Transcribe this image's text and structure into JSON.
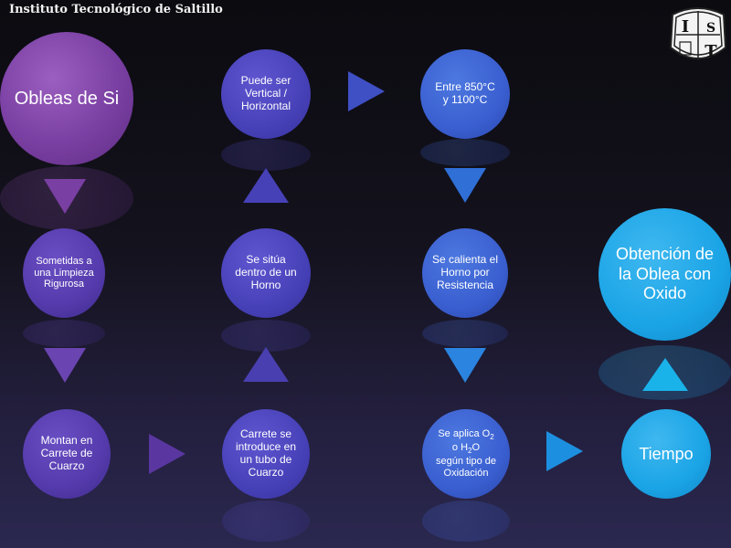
{
  "header": {
    "title": "Instituto Tecnológico de Saltillo",
    "logo_icon": "institute-crest-icon",
    "logo_letters": [
      "I",
      "T",
      "S"
    ]
  },
  "colors": {
    "purple": "#7a3fa2",
    "violet": "#543aab",
    "indigo": "#4741b8",
    "blue": "#3a5fd0",
    "cyan": "#1aa4e6",
    "background_top": "#0b0b10",
    "background_bottom": "#2b2850"
  },
  "nodes": {
    "obleas_si": "Obleas de Si",
    "limpieza": "Sometidas a una Limpieza Rigurosa",
    "carrete_cuarzo": "Montan en Carrete de Cuarzo",
    "tubo_cuarzo": "Carrete se introduce en un tubo de Cuarzo",
    "horno": "Se sitúa dentro de un Horno",
    "vertical_horizontal": "Puede ser Vertical / Horizontal",
    "temperatura": "Entre 850°C y 1100°C",
    "resistencia": "Se calienta el Horno por Resistencia",
    "oxidacion_line1": "Se aplica O",
    "oxidacion_o2_sub": "2",
    "oxidacion_line2a": "o H",
    "oxidacion_h2o_sub": "2",
    "oxidacion_line2b": "O",
    "oxidacion_line3": "según tipo de Oxidación",
    "tiempo": "Tiempo",
    "resultado": "Obtención de la Oblea con Oxido"
  },
  "arrows": [
    {
      "from": "obleas_si",
      "to": "limpieza",
      "direction": "down"
    },
    {
      "from": "limpieza",
      "to": "carrete_cuarzo",
      "direction": "down"
    },
    {
      "from": "carrete_cuarzo",
      "to": "tubo_cuarzo",
      "direction": "right"
    },
    {
      "from": "tubo_cuarzo",
      "to": "horno",
      "direction": "up"
    },
    {
      "from": "horno",
      "to": "vertical_horizontal",
      "direction": "up"
    },
    {
      "from": "vertical_horizontal",
      "to": "temperatura",
      "direction": "right"
    },
    {
      "from": "temperatura",
      "to": "resistencia",
      "direction": "down"
    },
    {
      "from": "resistencia",
      "to": "oxidacion",
      "direction": "down"
    },
    {
      "from": "oxidacion",
      "to": "tiempo",
      "direction": "right"
    },
    {
      "from": "tiempo",
      "to": "resultado",
      "direction": "up"
    }
  ]
}
